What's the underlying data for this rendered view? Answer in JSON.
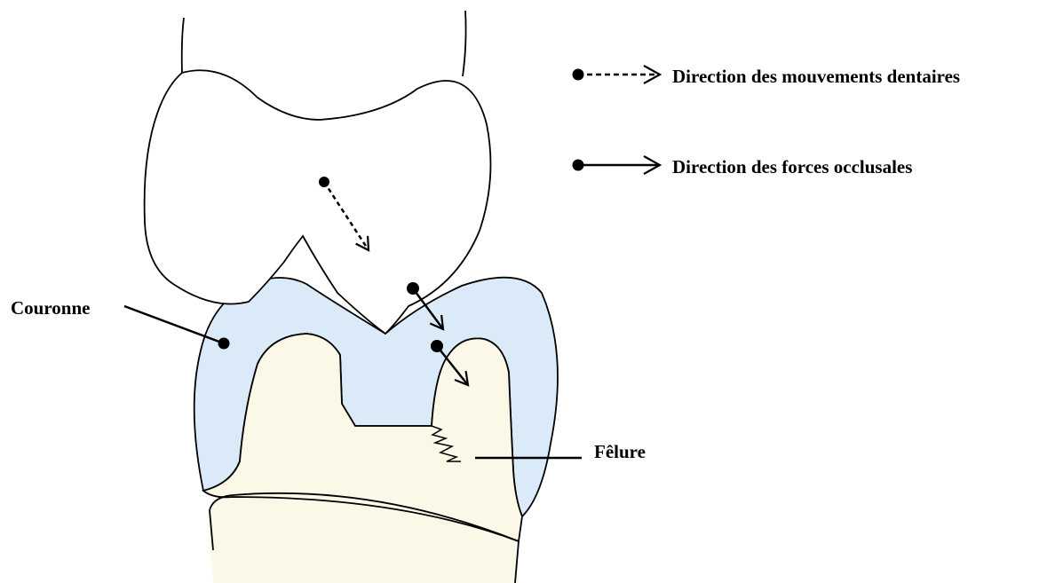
{
  "legend": {
    "tooth_movement": "Direction des mouvements dentaires",
    "occlusal_forces": "Direction des forces occlusales"
  },
  "labels": {
    "crown": "Couronne",
    "crack": "Fêlure"
  },
  "colors": {
    "crown_fill": "#dbeaf8",
    "tooth_fill": "#fbf8e8",
    "upper_tooth_fill": "#ffffff",
    "stroke": "#000000"
  }
}
